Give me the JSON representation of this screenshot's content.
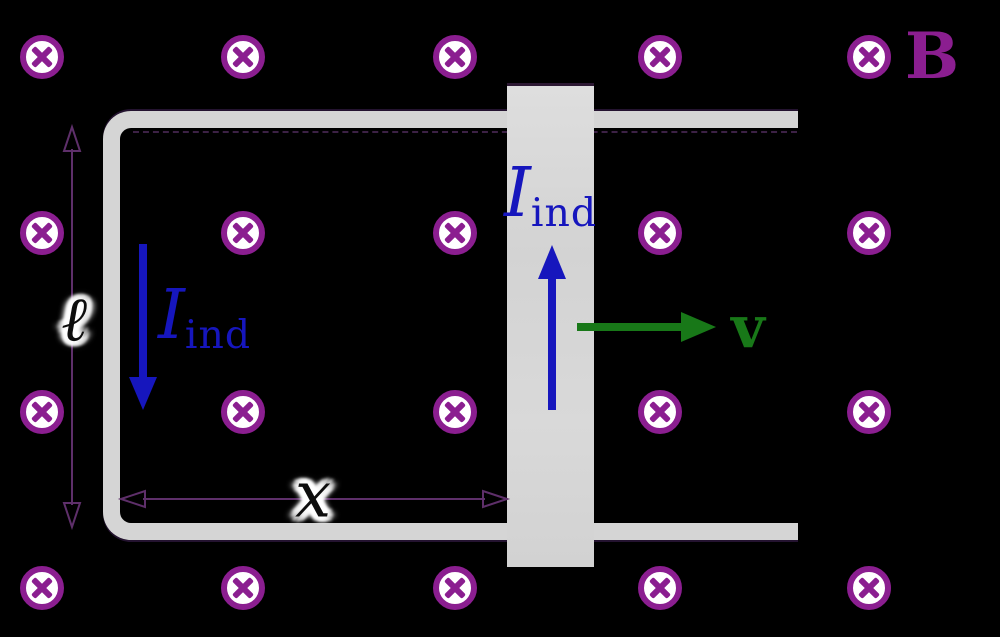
{
  "labels": {
    "magnetic_field": "B",
    "loop_height": "ℓ",
    "loop_width": "x",
    "velocity": "v",
    "induced_current_symbol": "I",
    "induced_current_subscript": "ind"
  },
  "arrows": {
    "left_induced_current_direction": "down",
    "rod_induced_current_direction": "up",
    "velocity_direction": "right",
    "loop_height_arrow": "double-headed-vertical",
    "loop_width_arrow": "double-headed-horizontal"
  },
  "field_markers": {
    "glyph": "circled-cross-into-page",
    "rows": 4,
    "cols": 5,
    "count": 20
  },
  "colors": {
    "field_purple": "#8b1e90",
    "current_blue": "#1616bd",
    "velocity_green": "#187818",
    "rail_gray": "#d5d5d5",
    "rod_gray": "#d8d8d8",
    "measure_line": "#5e2f6a",
    "dashed_edge": "#3c2145",
    "background": "#000000"
  }
}
